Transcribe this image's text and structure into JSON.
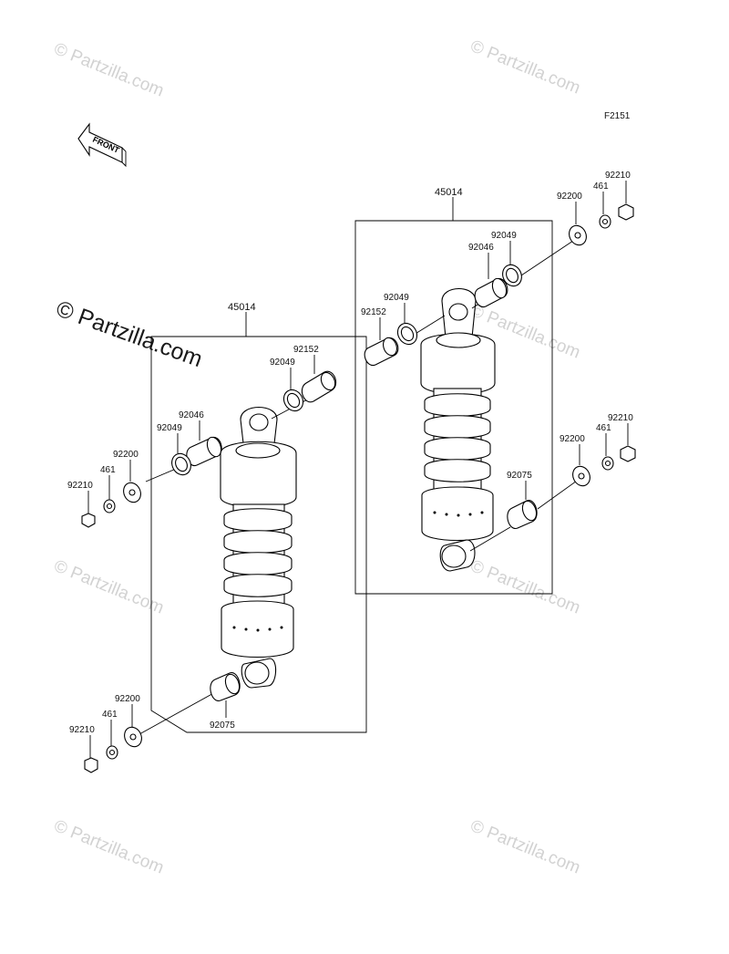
{
  "figure_code": "F2151",
  "front_label": "FRONT",
  "watermarks": {
    "small": "© Partzilla.com",
    "large": "© Partzilla.com"
  },
  "left_assembly": {
    "assembly_label": "45014",
    "top": {
      "bushing": "92152",
      "seal_right": "92049",
      "bearing": "92046",
      "seal_left": "92049",
      "washer": "92200",
      "collar": "461",
      "nut": "92210"
    },
    "bottom": {
      "washer": "92200",
      "collar": "461",
      "nut": "92210",
      "bushing": "92075"
    }
  },
  "right_assembly": {
    "assembly_label": "45014",
    "top": {
      "washer": "92200",
      "collar": "461",
      "nut": "92210",
      "seal_right": "92049",
      "bearing": "92046",
      "seal_left": "92049",
      "bushing": "92152"
    },
    "bottom": {
      "washer": "92200",
      "collar": "461",
      "nut": "92210",
      "bushing": "92075"
    }
  }
}
